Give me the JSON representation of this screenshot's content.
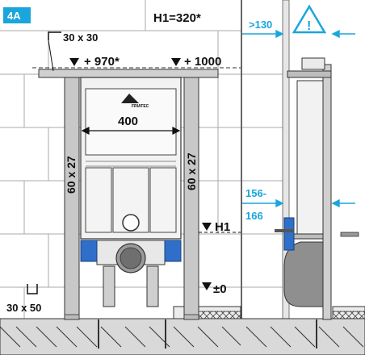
{
  "figure_tag": "4A",
  "front_view": {
    "title": "H1=320*",
    "labels": {
      "profile_top": "30 x 30",
      "height_970": "+ 970*",
      "height_1000": "+ 1000",
      "width_400": "400",
      "profile_left": "60 x 27",
      "profile_right": "60 x 27",
      "h1_marker": "H1",
      "floor_level": "±0",
      "profile_bottom": "30 x 50"
    },
    "logo_text": "FRIATEC"
  },
  "side_view": {
    "distance_top": ">130",
    "distance_mid": "156-\n166",
    "distance_mid_line1": "156-",
    "distance_mid_line2": "166",
    "warning_symbol": "!"
  },
  "colors": {
    "accent_cyan": "#1aa6dc",
    "frame_gray": "#c8c8c8",
    "bracket_blue": "#2f6fc9",
    "wall_line": "#9a9a9a"
  }
}
